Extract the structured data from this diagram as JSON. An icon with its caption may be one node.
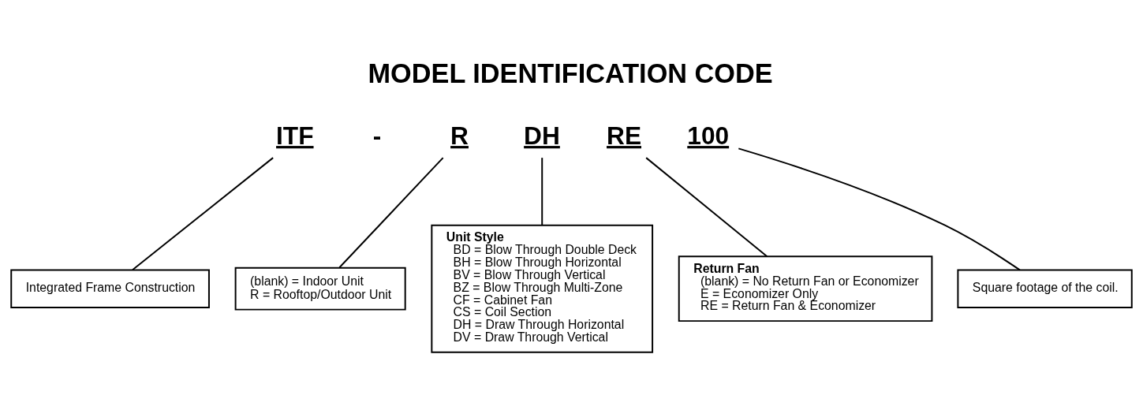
{
  "diagram": {
    "title": "MODEL IDENTIFICATION CODE",
    "nodes": [
      {
        "text": [
          "ITF"
        ]
      },
      {
        "text": [
          "R"
        ]
      },
      {
        "text": [
          "DH"
        ]
      },
      {
        "text": [
          "RE"
        ]
      },
      {
        "text": [
          "100"
        ]
      },
      {
        "text": [
          "Integrated Frame Construction"
        ]
      },
      {
        "text": [
          "(blank) = Indoor Unit",
          "R = Rooftop/Outdoor Unit"
        ]
      },
      {
        "text": [
          "Unit Style",
          "BD = Blow Through Double Deck",
          "BH = Blow Through Horizontal",
          "BV = Blow Through Vertical",
          "BZ = Blow Through Multi-Zone",
          "CF = Cabinet Fan",
          "CS = Coil Section",
          "DH = Draw Through Horizontal",
          "DV = Draw Through Vertical"
        ]
      },
      {
        "text": [
          "Square footage of the coil."
        ]
      },
      {
        "text": [
          "Return Fan",
          "(blank) = No Return Fan or Economizer",
          "E = Economizer Only",
          "RE = Return Fan & Economizer"
        ]
      }
    ],
    "edges": [
      {
        "from": 0,
        "to": 5,
        "arrow": "none"
      },
      {
        "from": 1,
        "to": 6,
        "arrow": "none"
      },
      {
        "from": 2,
        "to": 7,
        "arrow": "none"
      },
      {
        "from": 3,
        "to": 9,
        "arrow": "none"
      },
      {
        "from": 4,
        "to": 8,
        "arrow": "none"
      }
    ],
    "labels": [
      "-"
    ]
  }
}
